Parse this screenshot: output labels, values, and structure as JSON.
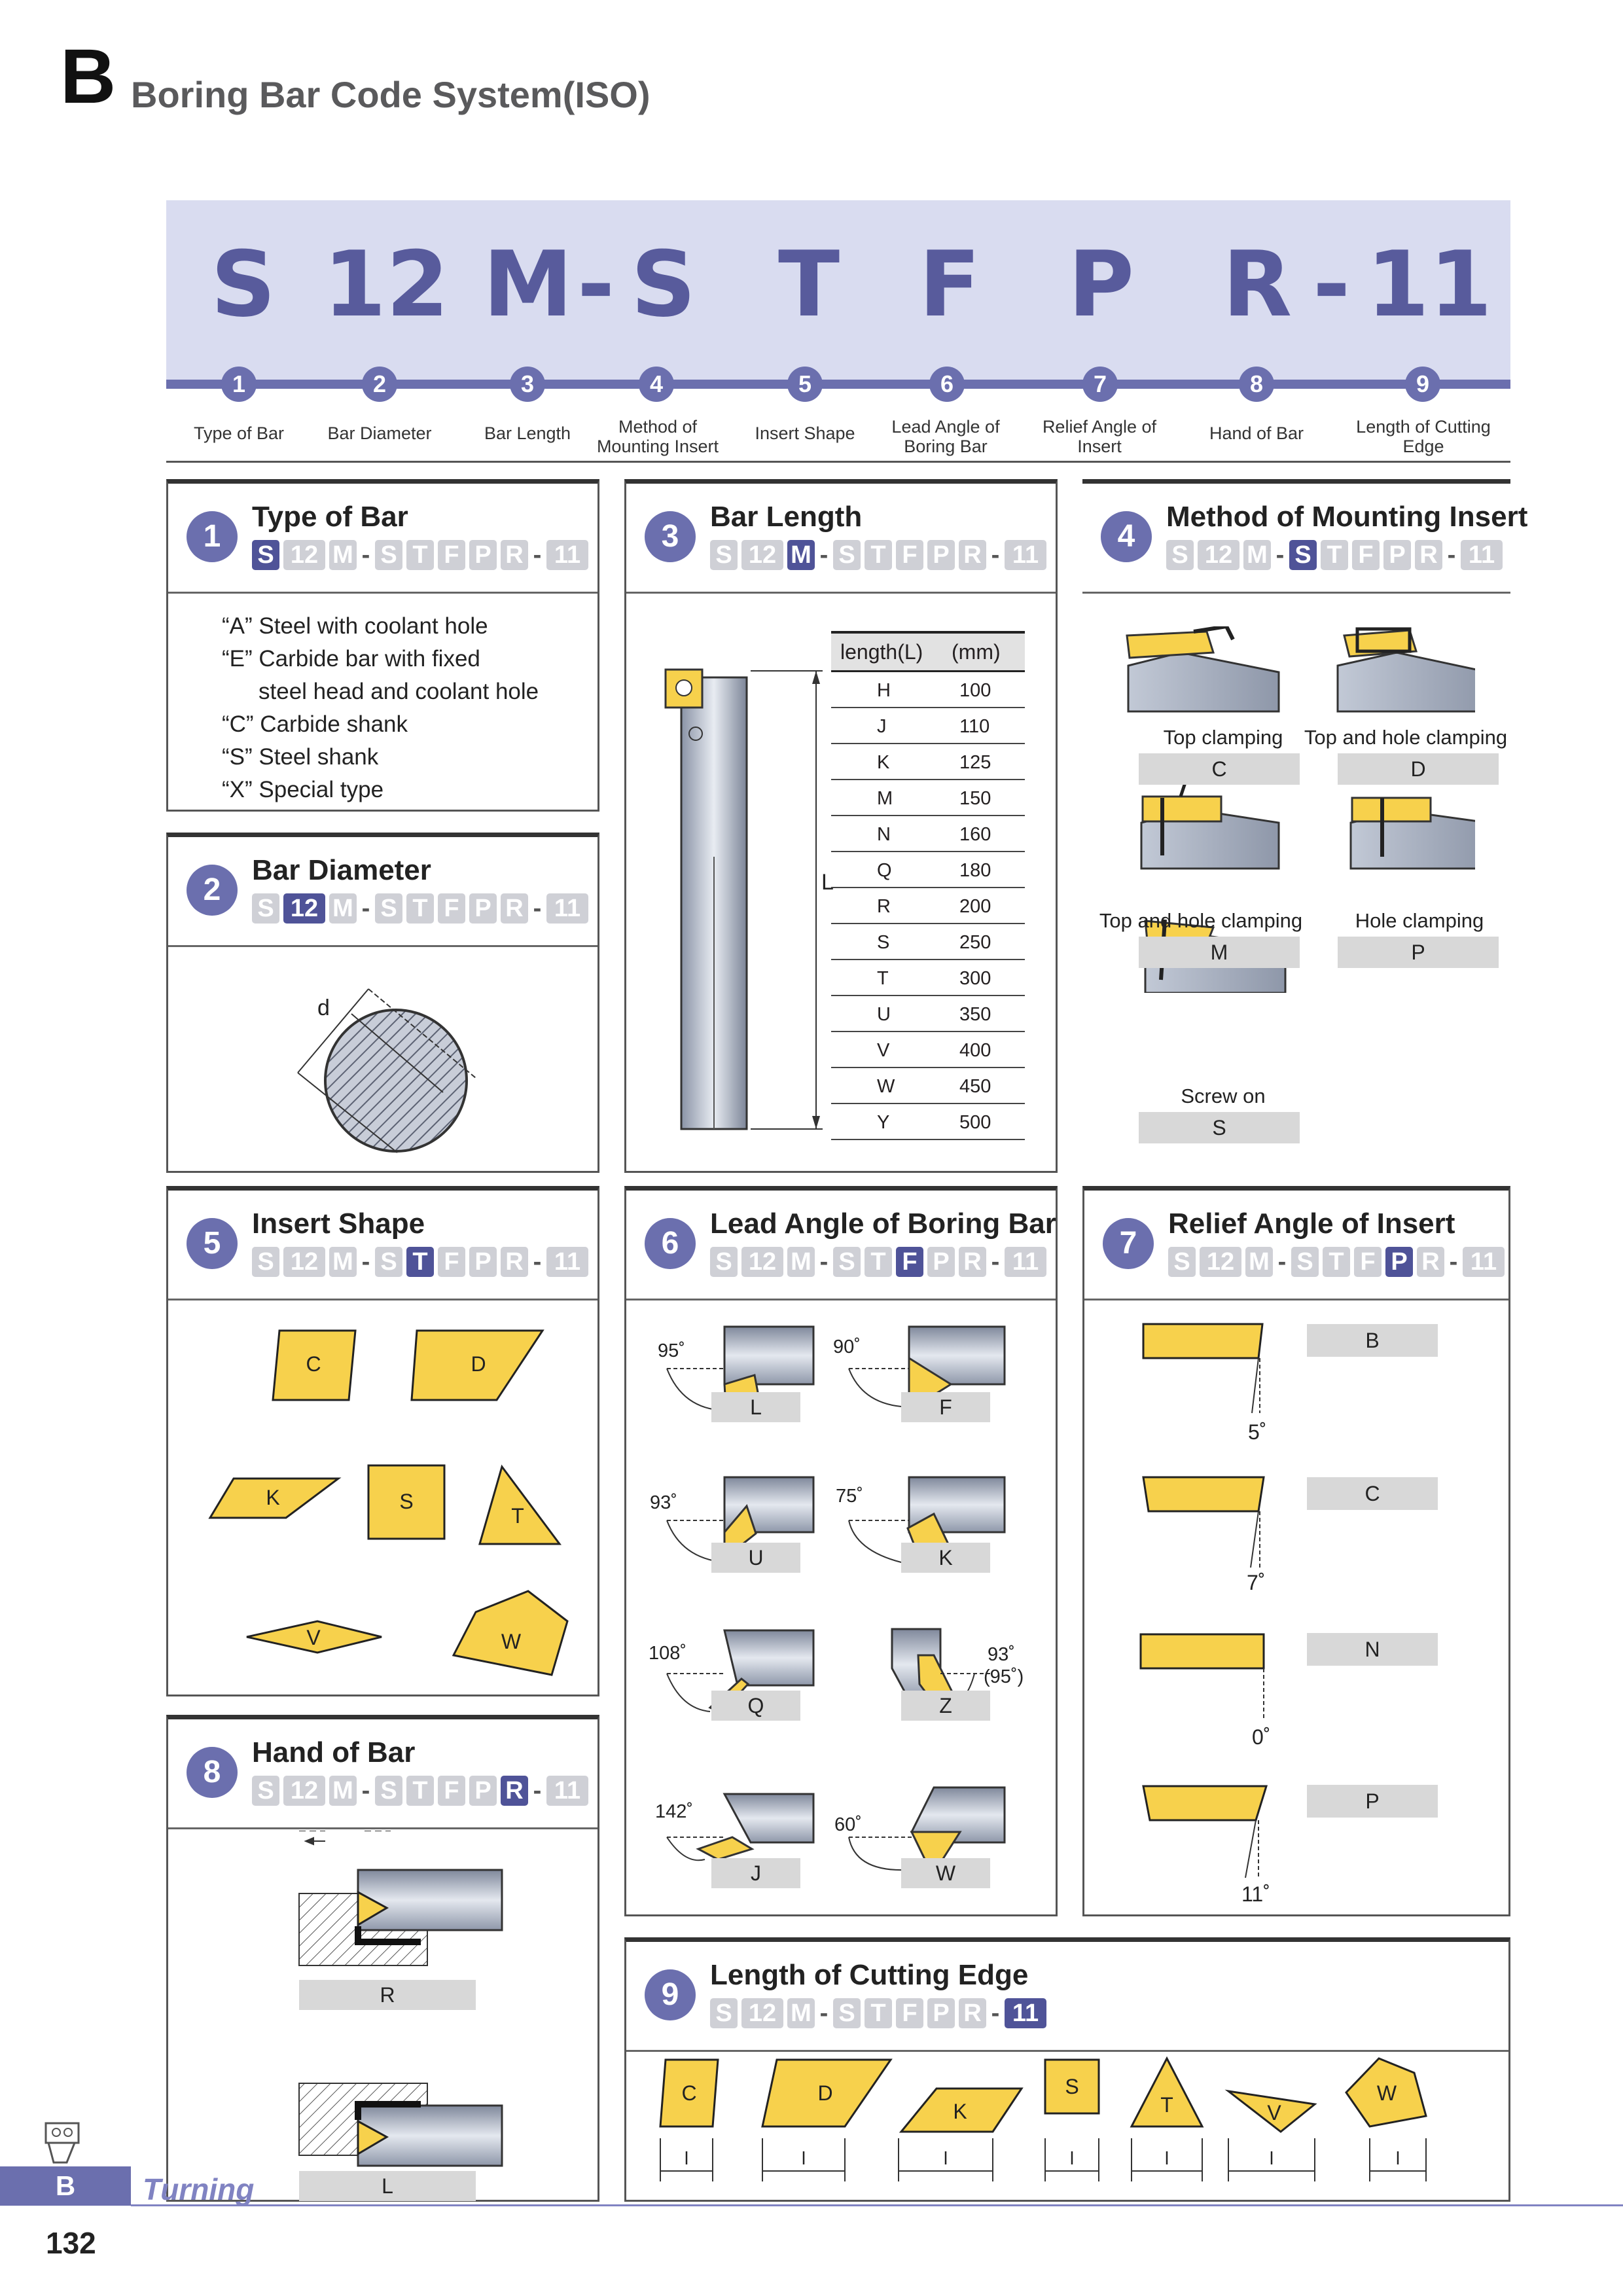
{
  "header": {
    "letter": "B",
    "title": "Boring Bar Code System(ISO)"
  },
  "code_banner": {
    "chars": [
      "S",
      "12",
      "M",
      "-",
      "S",
      "T",
      "F",
      "P",
      "R",
      "-",
      "11"
    ]
  },
  "code_positions": [
    {
      "num": "1",
      "label": "Type of Bar"
    },
    {
      "num": "2",
      "label": "Bar Diameter"
    },
    {
      "num": "3",
      "label": "Bar Length"
    },
    {
      "num": "4",
      "label": "Method of Mounting Insert"
    },
    {
      "num": "5",
      "label": "Insert Shape"
    },
    {
      "num": "6",
      "label": "Lead Angle of Boring Bar"
    },
    {
      "num": "7",
      "label": "Relief Angle of Insert"
    },
    {
      "num": "8",
      "label": "Hand of Bar"
    },
    {
      "num": "9",
      "label": "Length of Cutting Edge"
    }
  ],
  "mini_code": [
    "S",
    "12",
    "M",
    "-",
    "S",
    "T",
    "F",
    "P",
    "R",
    "-",
    "11"
  ],
  "panels": {
    "type_of_bar": {
      "num": "1",
      "title": "Type of Bar",
      "lines": [
        "“A” Steel with coolant hole",
        "“E” Carbide bar with fixed",
        "steel head and coolant hole",
        "“C” Carbide shank",
        "“S” Steel shank",
        "“X” Special type"
      ]
    },
    "bar_diameter": {
      "num": "2",
      "title": "Bar Diameter",
      "dim_label": "d"
    },
    "bar_length": {
      "num": "3",
      "title": "Bar Length",
      "dim_label": "L",
      "table_headers": [
        "length(L)",
        "(mm)"
      ],
      "rows": [
        [
          "H",
          "100"
        ],
        [
          "J",
          "110"
        ],
        [
          "K",
          "125"
        ],
        [
          "M",
          "150"
        ],
        [
          "N",
          "160"
        ],
        [
          "Q",
          "180"
        ],
        [
          "R",
          "200"
        ],
        [
          "S",
          "250"
        ],
        [
          "T",
          "300"
        ],
        [
          "U",
          "350"
        ],
        [
          "V",
          "400"
        ],
        [
          "W",
          "450"
        ],
        [
          "Y",
          "500"
        ]
      ]
    },
    "mounting": {
      "num": "4",
      "title": "Method of Mounting Insert",
      "items": [
        {
          "caption": "Top clamping",
          "code": "C"
        },
        {
          "caption": "Top and hole clamping",
          "code": "D"
        },
        {
          "caption": "Top and hole clamping",
          "code": "M"
        },
        {
          "caption": "Hole clamping",
          "code": "P"
        },
        {
          "caption": "Screw on",
          "code": "S"
        }
      ]
    },
    "insert_shape": {
      "num": "5",
      "title": "Insert Shape",
      "shapes": [
        "C",
        "D",
        "K",
        "S",
        "T",
        "V",
        "W"
      ]
    },
    "lead_angle": {
      "num": "6",
      "title": "Lead Angle of Boring Bar",
      "items": [
        {
          "angle": "95˚",
          "code": "L"
        },
        {
          "angle": "90˚",
          "code": "F"
        },
        {
          "angle": "93˚",
          "code": "U"
        },
        {
          "angle": "75˚",
          "code": "K"
        },
        {
          "angle": "108˚",
          "code": "Q"
        },
        {
          "angle": "93˚",
          "angle2": "(95˚)",
          "code": "Z"
        },
        {
          "angle": "142˚",
          "code": "J"
        },
        {
          "angle": "60˚",
          "code": "W"
        }
      ]
    },
    "relief_angle": {
      "num": "7",
      "title": "Relief Angle of Insert",
      "items": [
        {
          "angle": "5˚",
          "code": "B"
        },
        {
          "angle": "7˚",
          "code": "C"
        },
        {
          "angle": "0˚",
          "code": "N"
        },
        {
          "angle": "11˚",
          "code": "P"
        }
      ]
    },
    "hand_of_bar": {
      "num": "8",
      "title": "Hand of Bar",
      "codes": [
        "R",
        "L"
      ]
    },
    "cutting_edge": {
      "num": "9",
      "title": "Length of Cutting Edge",
      "shapes": [
        "C",
        "D",
        "K",
        "S",
        "T",
        "V",
        "W"
      ],
      "dim_label": "l"
    }
  },
  "footer": {
    "tab": "B",
    "section": "Turning",
    "page": "132"
  },
  "colors": {
    "accent": "#6b6fae",
    "highlight": "#4f5398",
    "insert": "#f7d14c",
    "banner": "#d9dcf0"
  }
}
